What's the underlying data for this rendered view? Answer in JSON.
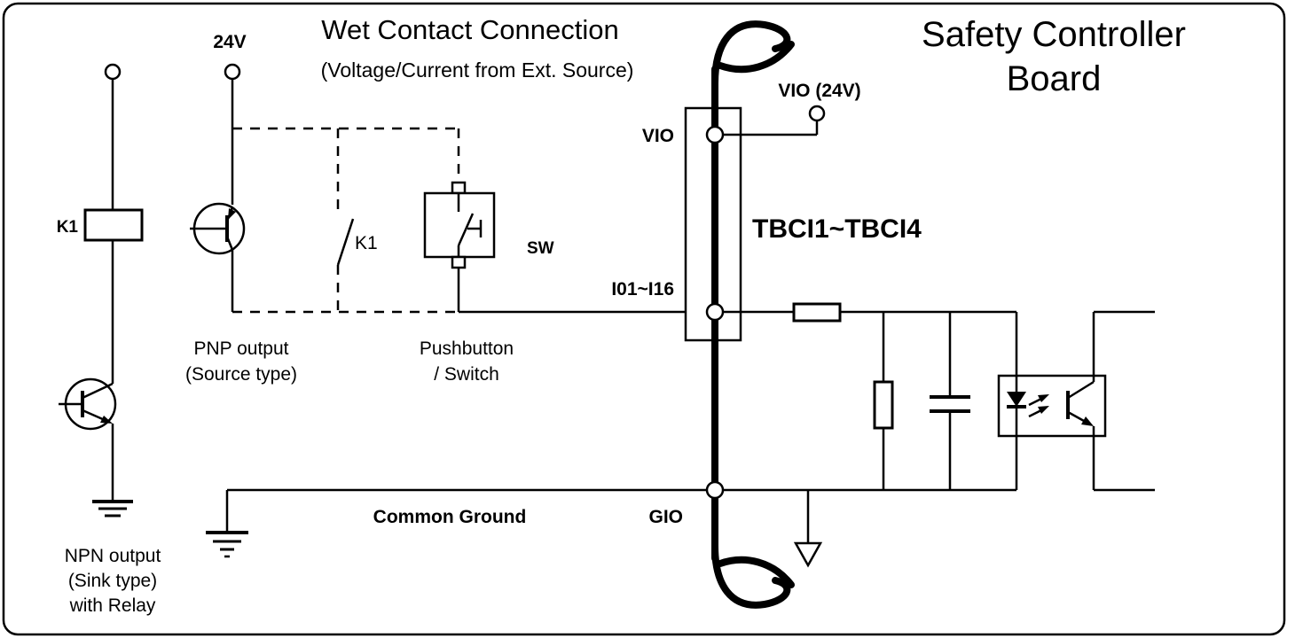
{
  "header": {
    "title": "Wet Contact Connection",
    "subtitle": "(Voltage/Current from Ext. Source)",
    "board_title_line1": "Safety Controller",
    "board_title_line2": "Board"
  },
  "board": {
    "terminal_block_label": "TBCI1~TBCI4",
    "vio_terminal_label": "VIO",
    "input_terminal_label": "I01~I16",
    "gio_terminal_label": "GIO",
    "vio_supply_label": "VIO (24V)"
  },
  "field_wiring": {
    "supply_label": "24V",
    "relay_coil_label": "K1",
    "relay_contact_label": "K1",
    "switch_label": "SW",
    "pnp_caption_line1": "PNP output",
    "pnp_caption_line2": "(Source type)",
    "pushbutton_caption_line1": "Pushbutton",
    "pushbutton_caption_line2": "/ Switch",
    "npn_caption_line1": "NPN output",
    "npn_caption_line2": "(Sink type)",
    "npn_caption_line3": "with Relay",
    "common_ground_label": "Common Ground"
  },
  "colors": {
    "line": "#000000",
    "background": "#ffffff"
  }
}
